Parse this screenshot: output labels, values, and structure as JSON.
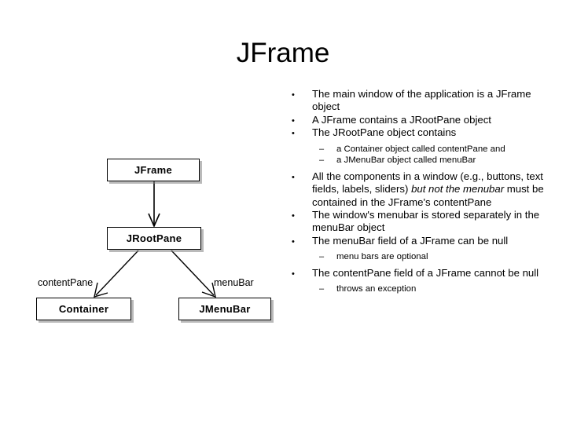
{
  "slide": {
    "title": "JFrame"
  },
  "diagram": {
    "nodes": [
      {
        "id": "jframe",
        "label": "JFrame"
      },
      {
        "id": "jrootpane",
        "label": "JRootPane"
      },
      {
        "id": "container",
        "label": "Container"
      },
      {
        "id": "jmenubar",
        "label": "JMenuBar"
      }
    ],
    "edge_labels": {
      "content_pane": "contentPane",
      "menu_bar": "menuBar"
    }
  },
  "content": {
    "bullets": [
      {
        "level": 1,
        "marker": "•",
        "text": "The main window of the application is a JFrame object"
      },
      {
        "level": 1,
        "marker": "•",
        "text": "A JFrame contains a JRootPane object"
      },
      {
        "level": 1,
        "marker": "•",
        "text": "The JRootPane object contains"
      },
      {
        "level": 2,
        "marker": "–",
        "text": "a Container object called contentPane and"
      },
      {
        "level": 2,
        "marker": "–",
        "text": "a JMenuBar object called menuBar"
      },
      {
        "level": 1,
        "marker": "•",
        "text_pre": "All the components in a window (e.g., buttons, text fields, labels, sliders) ",
        "text_italic": "but not the menubar",
        "text_post": " must be contained in the JFrame's contentPane"
      },
      {
        "level": 1,
        "marker": "•",
        "text": "The window's menubar is stored separately in the menuBar object"
      },
      {
        "level": 1,
        "marker": "•",
        "text": "The menuBar field of a JFrame can be null"
      },
      {
        "level": 2,
        "marker": "–",
        "text": "menu bars are optional"
      },
      {
        "level": 1,
        "marker": "•",
        "text": "The contentPane field of a JFrame cannot be null"
      },
      {
        "level": 2,
        "marker": "–",
        "text": "throws an exception"
      }
    ]
  },
  "colors": {
    "background": "#ffffff",
    "text": "#000000",
    "box_border": "#000000",
    "box_shadow": "#828282"
  }
}
